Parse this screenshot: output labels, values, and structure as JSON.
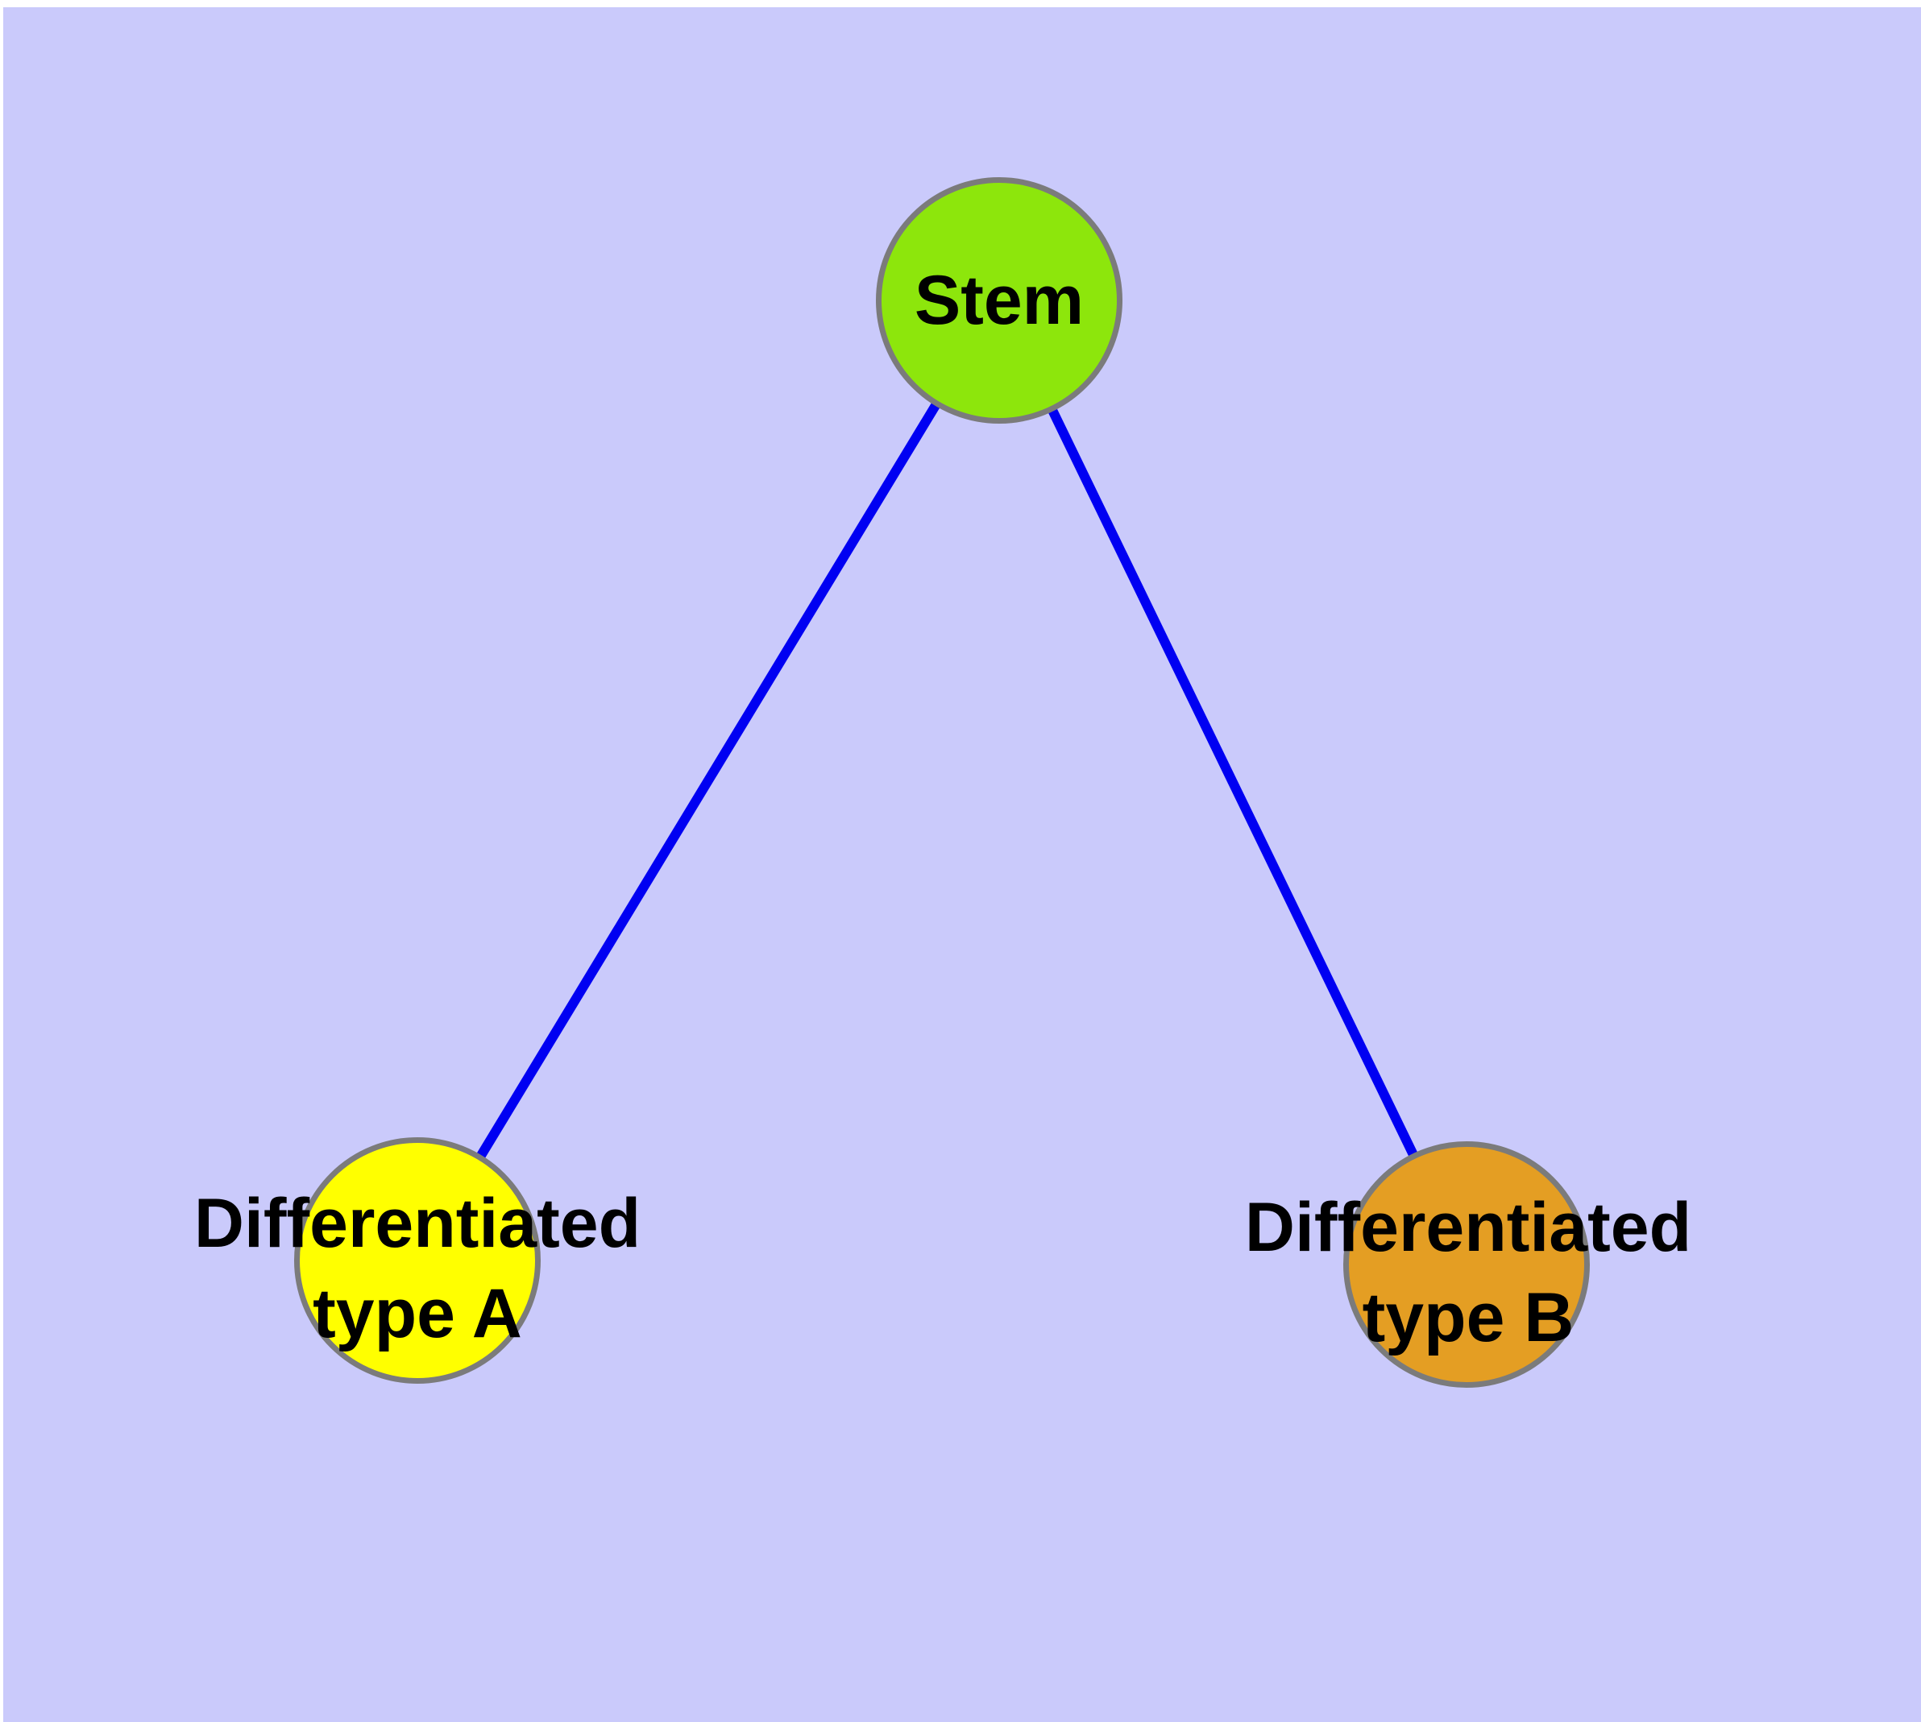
{
  "canvas": {
    "page_background": "#ffffff",
    "background": "#cacafb"
  },
  "graph": {
    "nodes": [
      {
        "id": "stem",
        "label": "Stem",
        "fill": "#8de60c",
        "border": "#7b7b7b"
      },
      {
        "id": "diff-a",
        "label_line1": "Differentiated",
        "label_line2": "type A",
        "fill": "#ffff00",
        "border": "#7b7b7b"
      },
      {
        "id": "diff-b",
        "label_line1": "Differentiated",
        "label_line2": "type B",
        "fill": "#e49e23",
        "border": "#7b7b7b"
      }
    ],
    "edges": [
      {
        "from": "stem",
        "to": "diff-a",
        "color": "#0000f2"
      },
      {
        "from": "stem",
        "to": "diff-b",
        "color": "#0000f2"
      }
    ]
  }
}
